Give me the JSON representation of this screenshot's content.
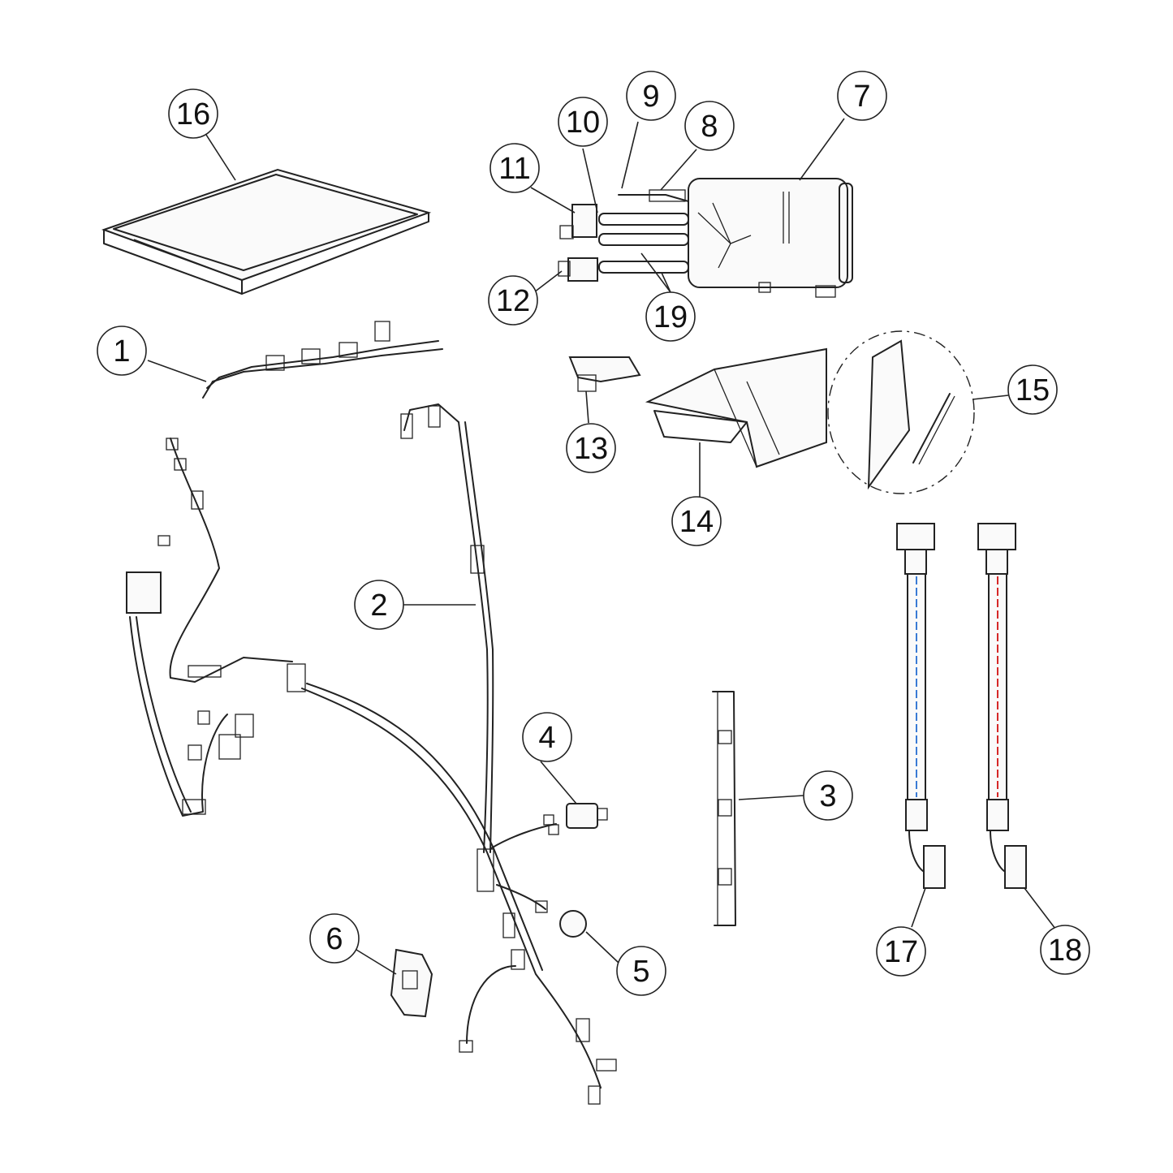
{
  "diagram": {
    "highlight_color": "#e41e26",
    "callouts": [
      {
        "id": "c1",
        "label": "1"
      },
      {
        "id": "c2",
        "label": "2"
      },
      {
        "id": "c3",
        "label": "3"
      },
      {
        "id": "c4",
        "label": "4"
      },
      {
        "id": "c5",
        "label": "5"
      },
      {
        "id": "c6",
        "label": "6"
      },
      {
        "id": "c7",
        "label": "7",
        "highlighted": true
      },
      {
        "id": "c8",
        "label": "8"
      },
      {
        "id": "c9",
        "label": "9"
      },
      {
        "id": "c10",
        "label": "10"
      },
      {
        "id": "c11",
        "label": "11"
      },
      {
        "id": "c12",
        "label": "12"
      },
      {
        "id": "c13",
        "label": "13"
      },
      {
        "id": "c14",
        "label": "14"
      },
      {
        "id": "c15",
        "label": "15"
      },
      {
        "id": "c16",
        "label": "16"
      },
      {
        "id": "c17",
        "label": "17"
      },
      {
        "id": "c18",
        "label": "18"
      },
      {
        "id": "c19",
        "label": "19"
      }
    ],
    "hose_colors": {
      "cold": "#3a7bd5",
      "hot": "#d62828"
    }
  }
}
